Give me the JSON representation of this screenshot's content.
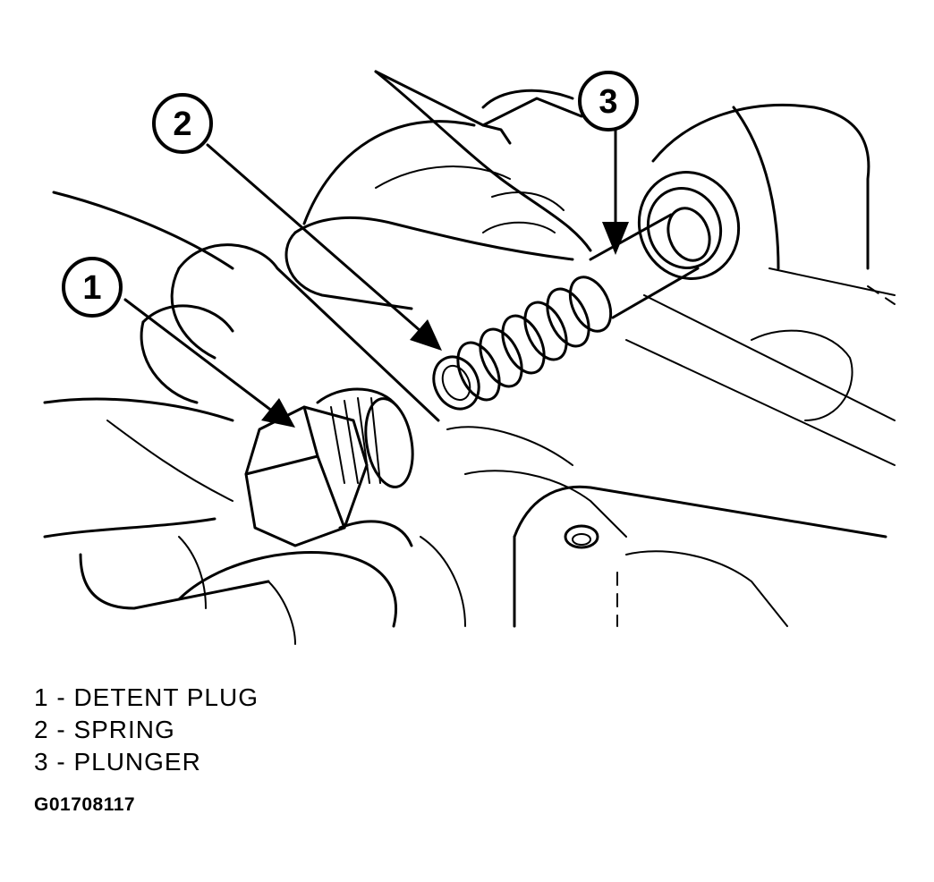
{
  "callouts": [
    {
      "number": "1"
    },
    {
      "number": "2"
    },
    {
      "number": "3"
    }
  ],
  "legend": [
    "1 - DETENT PLUG",
    "2 - SPRING",
    "3 - PLUNGER"
  ],
  "figure_code": "G01708117"
}
